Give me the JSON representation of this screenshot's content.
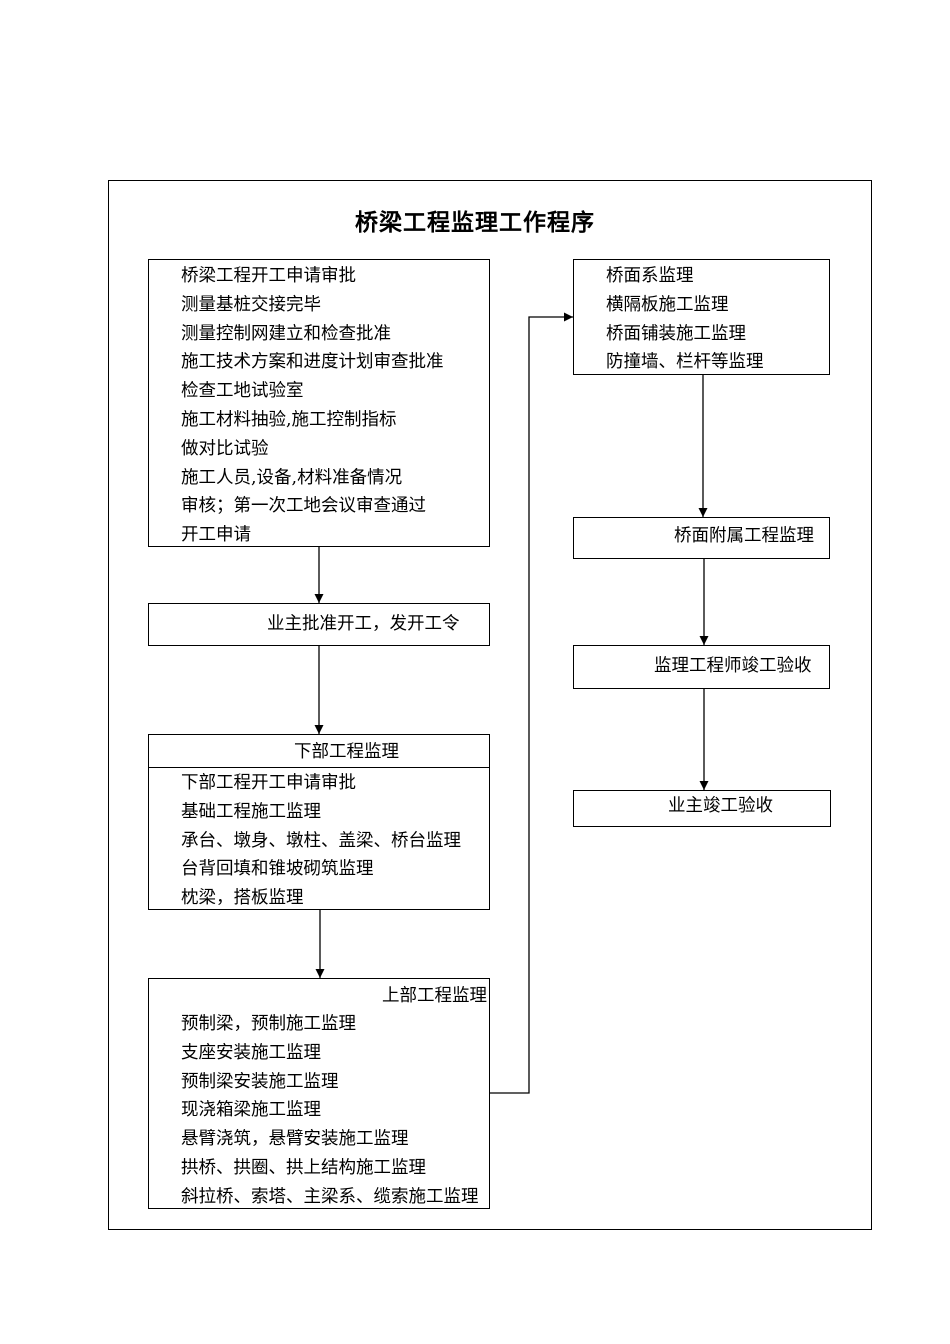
{
  "title": "桥梁工程监理工作程序",
  "steps": {
    "commencement_review": {
      "lines": [
        "桥梁工程开工申请审批",
        "测量基桩交接完毕",
        "测量控制网建立和检查批准",
        "施工技术方案和进度计划审查批准",
        "检查工地试验室",
        "施工材料抽验,施工控制指标",
        "做对比试验",
        "施工人员,设备,材料准备情况",
        "审核；第一次工地会议审查通过",
        "开工申请"
      ]
    },
    "owner_approval": {
      "text": "业主批准开工，发开工令"
    },
    "substructure": {
      "heading": "下部工程监理",
      "lines": [
        "下部工程开工申请审批",
        "基础工程施工监理",
        "承台、墩身、墩柱、盖梁、桥台监理",
        "台背回填和锥坡砌筑监理",
        "枕梁，搭板监理"
      ]
    },
    "superstructure": {
      "heading": "上部工程监理",
      "lines": [
        "预制梁，预制施工监理",
        "支座安装施工监理",
        "预制梁安装施工监理",
        "现浇箱梁施工监理",
        "悬臂浇筑，悬臂安装施工监理",
        "拱桥、拱圈、拱上结构施工监理",
        "斜拉桥、索塔、主梁系、缆索施工监理"
      ]
    },
    "deck_system": {
      "lines": [
        "桥面系监理",
        "横隔板施工监理",
        "桥面铺装施工监理",
        "防撞墙、栏杆等监理"
      ]
    },
    "deck_ancillary": {
      "text": "桥面附属工程监理"
    },
    "engineer_acceptance": {
      "text": "监理工程师竣工验收"
    },
    "owner_acceptance": {
      "text": "业主竣工验收"
    }
  }
}
